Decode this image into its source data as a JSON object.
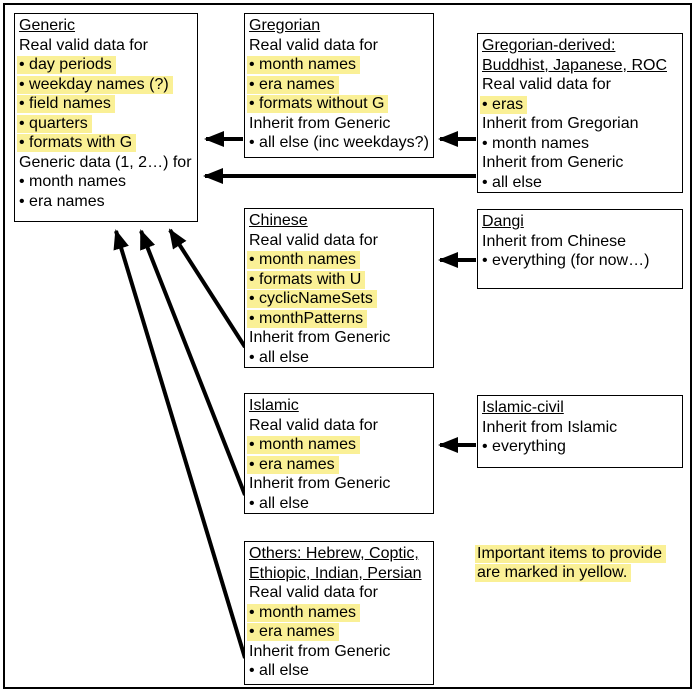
{
  "title": "Calendar data inheritance diagram",
  "colors": {
    "highlight": "#FAF096",
    "text": "#000000",
    "box_border": "#000000",
    "arrow": "#000000",
    "background": "#FFFFFF"
  },
  "legend_note": {
    "lines": [
      "Important items to provide",
      "are marked in yellow."
    ],
    "highlighted": true
  },
  "boxes": [
    {
      "id": "generic",
      "lines": [
        {
          "text": "Generic",
          "underline": true
        },
        {
          "text": "Real valid data for"
        },
        {
          "text": "• day periods",
          "highlight": true
        },
        {
          "text": "• weekday names (?)",
          "highlight": true
        },
        {
          "text": "• field names",
          "highlight": true
        },
        {
          "text": "• quarters",
          "highlight": true
        },
        {
          "text": "• formats with G",
          "highlight": true
        },
        {
          "text": "Generic data (1, 2…) for"
        },
        {
          "text": "• month names"
        },
        {
          "text": "• era names"
        }
      ]
    },
    {
      "id": "gregorian",
      "lines": [
        {
          "text": "Gregorian",
          "underline": true
        },
        {
          "text": "Real valid data for"
        },
        {
          "text": "• month names",
          "highlight": true
        },
        {
          "text": "• era names",
          "highlight": true
        },
        {
          "text": "• formats without G",
          "highlight": true
        },
        {
          "text": "Inherit from Generic"
        },
        {
          "text": "• all else (inc weekdays?)"
        }
      ]
    },
    {
      "id": "gregorian-derived",
      "lines": [
        {
          "text": "Gregorian-derived:",
          "underline": true
        },
        {
          "text": "Buddhist, Japanese, ROC",
          "underline": true
        },
        {
          "text": "Real valid data for"
        },
        {
          "text": "• eras",
          "highlight": true
        },
        {
          "text": "Inherit from Gregorian"
        },
        {
          "text": "• month names"
        },
        {
          "text": "Inherit from Generic"
        },
        {
          "text": "• all else"
        }
      ]
    },
    {
      "id": "chinese",
      "lines": [
        {
          "text": "Chinese",
          "underline": true
        },
        {
          "text": "Real valid data for"
        },
        {
          "text": "• month names",
          "highlight": true
        },
        {
          "text": "• formats with U",
          "highlight": true
        },
        {
          "text": "• cyclicNameSets",
          "highlight": true
        },
        {
          "text": "• monthPatterns",
          "highlight": true
        },
        {
          "text": "Inherit from Generic"
        },
        {
          "text": "• all else"
        }
      ]
    },
    {
      "id": "dangi",
      "lines": [
        {
          "text": "Dangi",
          "underline": true
        },
        {
          "text": "Inherit from Chinese"
        },
        {
          "text": "• everything (for now…)"
        }
      ]
    },
    {
      "id": "islamic",
      "lines": [
        {
          "text": "Islamic",
          "underline": true
        },
        {
          "text": "Real valid data for"
        },
        {
          "text": "• month names",
          "highlight": true
        },
        {
          "text": "• era names",
          "highlight": true
        },
        {
          "text": "Inherit from Generic"
        },
        {
          "text": "• all else"
        }
      ]
    },
    {
      "id": "islamic-civil",
      "lines": [
        {
          "text": "Islamic-civil",
          "underline": true
        },
        {
          "text": "Inherit from Islamic"
        },
        {
          "text": "• everything"
        }
      ]
    },
    {
      "id": "others",
      "lines": [
        {
          "text": "Others: Hebrew, Coptic,",
          "underline": true
        },
        {
          "text": "Ethiopic, Indian, Persian",
          "underline": true
        },
        {
          "text": "Real valid data for"
        },
        {
          "text": "• month names",
          "highlight": true
        },
        {
          "text": "• era names",
          "highlight": true
        },
        {
          "text": "Inherit from Generic"
        },
        {
          "text": "• all else"
        }
      ]
    }
  ],
  "arrows": [
    {
      "from": "gregorian",
      "to": "generic",
      "at": "all else (inc weekdays?)"
    },
    {
      "from": "gregorian-derived",
      "to": "gregorian",
      "at": "month names"
    },
    {
      "from": "gregorian-derived",
      "to": "generic",
      "at": "all else"
    },
    {
      "from": "dangi",
      "to": "chinese",
      "at": "everything (for now…)"
    },
    {
      "from": "islamic-civil",
      "to": "islamic",
      "at": "everything"
    },
    {
      "from": "chinese",
      "to": "generic",
      "at": "all else"
    },
    {
      "from": "islamic",
      "to": "generic",
      "at": "all else"
    },
    {
      "from": "others",
      "to": "generic",
      "at": "all else"
    }
  ]
}
